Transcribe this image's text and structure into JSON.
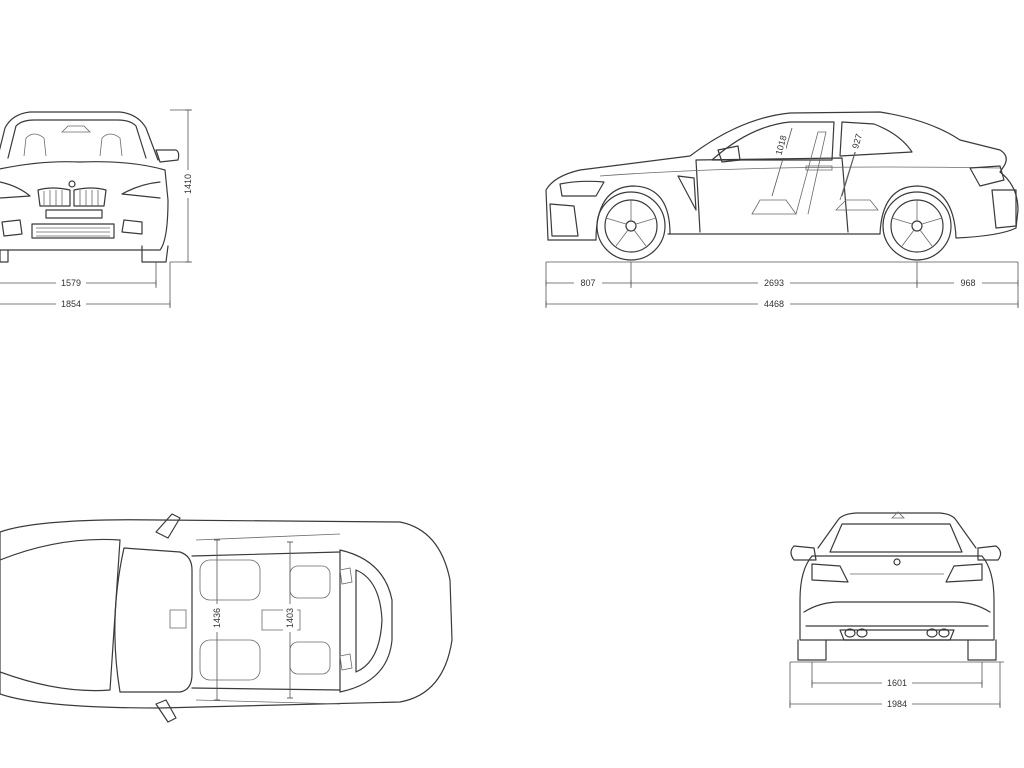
{
  "views": {
    "front": {
      "dimensions": [
        {
          "id": "front-height",
          "value": "1410"
        },
        {
          "id": "front-track",
          "value": "1579"
        },
        {
          "id": "front-width",
          "value": "1854"
        }
      ]
    },
    "side": {
      "dimensions": [
        {
          "id": "front-overhang",
          "value": "807"
        },
        {
          "id": "wheelbase",
          "value": "2693"
        },
        {
          "id": "rear-overhang",
          "value": "968"
        },
        {
          "id": "overall-length",
          "value": "4468"
        },
        {
          "id": "front-headroom",
          "value": "1018"
        },
        {
          "id": "rear-headroom",
          "value": "927"
        }
      ]
    },
    "top": {
      "dimensions": [
        {
          "id": "front-shoulder-width",
          "value": "1436"
        },
        {
          "id": "rear-shoulder-width",
          "value": "1403"
        }
      ]
    },
    "rear": {
      "dimensions": [
        {
          "id": "rear-track",
          "value": "1601"
        },
        {
          "id": "rear-width",
          "value": "1984"
        }
      ]
    }
  },
  "colors": {
    "line": "#3a3a3a",
    "background": "#ffffff"
  }
}
